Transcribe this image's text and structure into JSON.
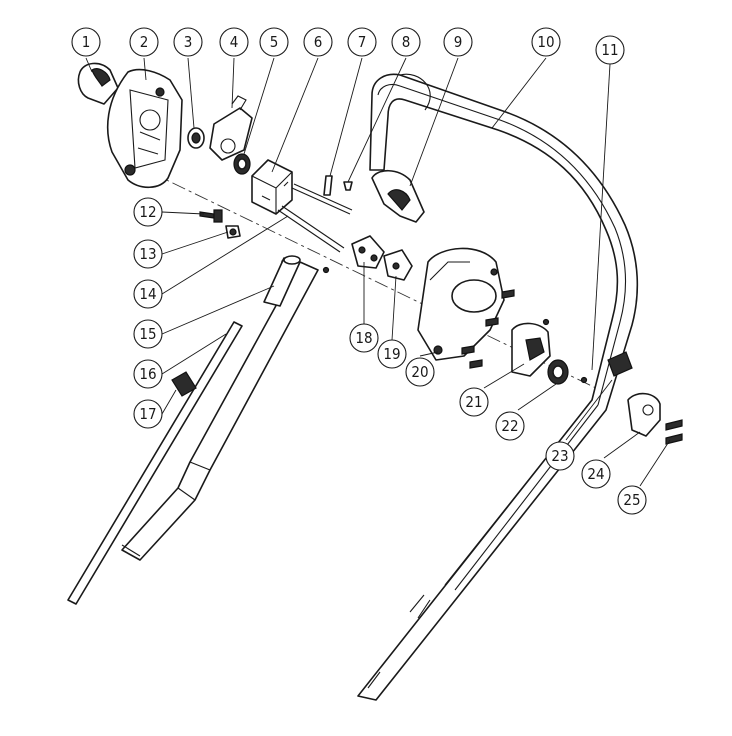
{
  "callouts": [
    {
      "id": "c1",
      "label": "1"
    },
    {
      "id": "c2",
      "label": "2"
    },
    {
      "id": "c3",
      "label": "3"
    },
    {
      "id": "c4",
      "label": "4"
    },
    {
      "id": "c5",
      "label": "5"
    },
    {
      "id": "c6",
      "label": "6"
    },
    {
      "id": "c7",
      "label": "7"
    },
    {
      "id": "c8",
      "label": "8"
    },
    {
      "id": "c9",
      "label": "9"
    },
    {
      "id": "c10",
      "label": "10"
    },
    {
      "id": "c11",
      "label": "11"
    },
    {
      "id": "c12",
      "label": "12"
    },
    {
      "id": "c13",
      "label": "13"
    },
    {
      "id": "c14",
      "label": "14"
    },
    {
      "id": "c15",
      "label": "15"
    },
    {
      "id": "c16",
      "label": "16"
    },
    {
      "id": "c17",
      "label": "17"
    },
    {
      "id": "c18",
      "label": "18"
    },
    {
      "id": "c19",
      "label": "19"
    },
    {
      "id": "c20",
      "label": "20"
    },
    {
      "id": "c21",
      "label": "21"
    },
    {
      "id": "c22",
      "label": "22"
    },
    {
      "id": "c23",
      "label": "23"
    },
    {
      "id": "c24",
      "label": "24"
    },
    {
      "id": "c25",
      "label": "25"
    }
  ]
}
